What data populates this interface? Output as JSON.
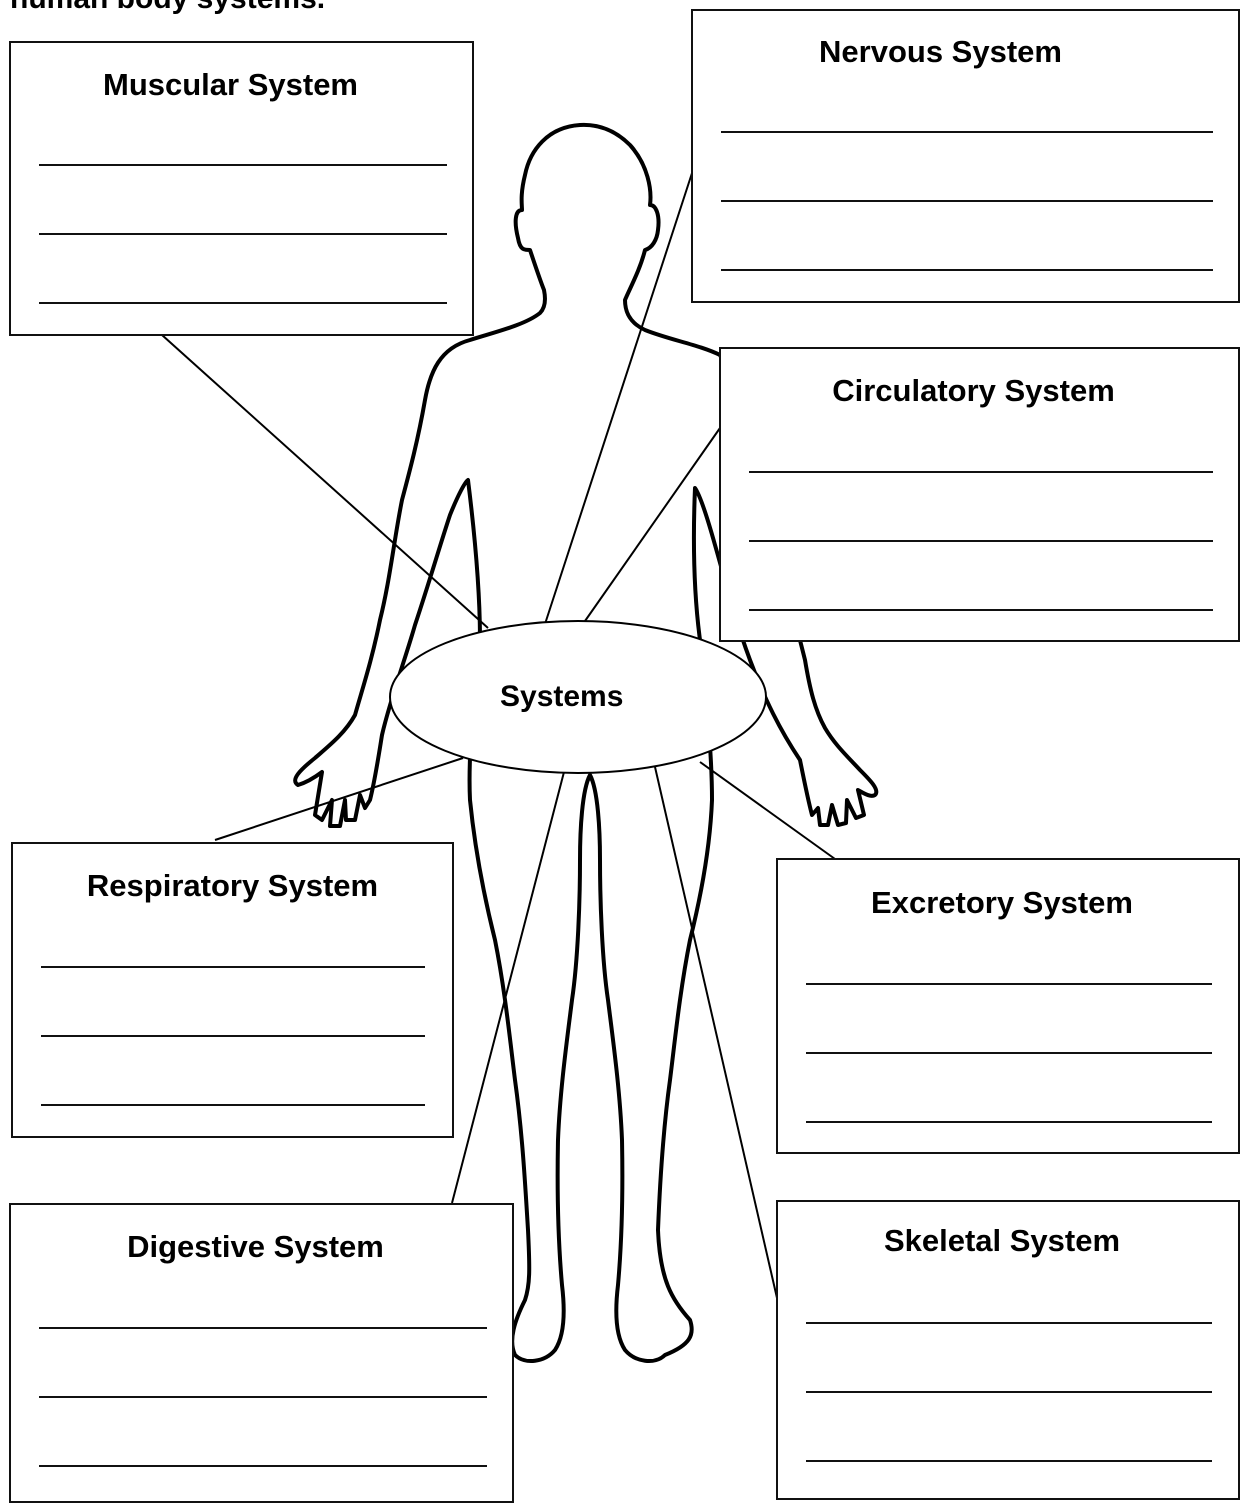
{
  "header": {
    "text": "human body systems."
  },
  "center": {
    "label": "Systems"
  },
  "boxes": {
    "muscular": {
      "title": "Muscular System"
    },
    "nervous": {
      "title": "Nervous System"
    },
    "circulatory": {
      "title": "Circulatory System"
    },
    "respiratory": {
      "title": "Respiratory System"
    },
    "excretory": {
      "title": "Excretory System"
    },
    "digestive": {
      "title": "Digestive System"
    },
    "skeletal": {
      "title": "Skeletal System"
    }
  }
}
